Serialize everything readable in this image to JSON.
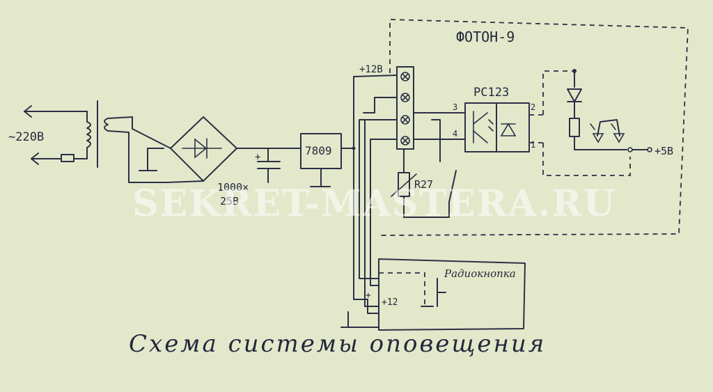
{
  "diagram": {
    "caption": "Схема системы оповещения",
    "watermark": "SEKRET-MASTERA.RU",
    "labels": {
      "mains": "~220В",
      "capacitor_value": "1000×",
      "capacitor_voltage": "25В",
      "cap_plus": "+",
      "regulator": "7809",
      "supply_12v": "+12В",
      "module": "ФОТОН-9",
      "optocoupler": "РС123",
      "pin_2": "2",
      "pin_3": "3",
      "pin_4": "4",
      "pin_1": "1",
      "supply_5v": "+5В",
      "resistor": "R27",
      "radio_button": "Радиокнопка",
      "rb_plus": "+",
      "rb_minus": "−",
      "rb_12": "+12"
    }
  }
}
